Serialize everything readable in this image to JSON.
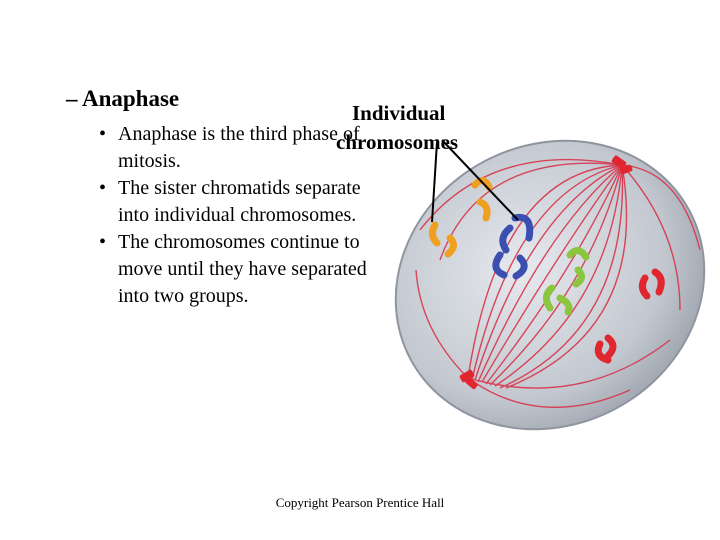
{
  "slide": {
    "heading_dash": "–",
    "heading": "Anaphase",
    "bullets": [
      "Anaphase is the third phase of mitosis.",
      "The sister chromatids separate into individual chromosomes.",
      "The chromosomes continue to move until they have separated into two groups."
    ],
    "bullet_glyph": "•"
  },
  "figure": {
    "label_line1": "Individual",
    "label_line2": "chromosomes",
    "colors": {
      "cell_body": "#b9bec7",
      "spindle": "#d8344a",
      "chromosome_orange": "#f0a020",
      "chromosome_blue": "#3a4fb0",
      "chromosome_green": "#8cc63f",
      "chromosome_red": "#e0262e"
    }
  },
  "copyright": "Copyright Pearson Prentice Hall"
}
